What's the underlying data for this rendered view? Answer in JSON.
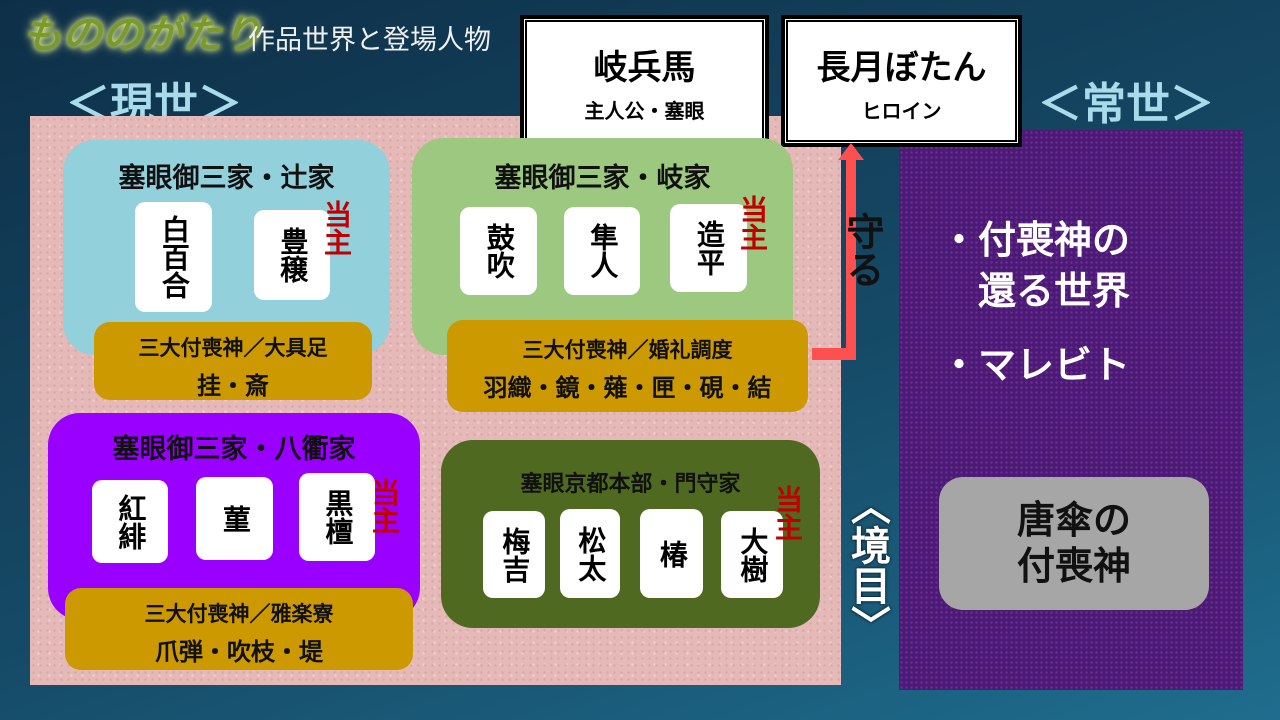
{
  "header": {
    "logo": "もののがたり",
    "subtitle": "作品世界と登場人物"
  },
  "worlds": {
    "gense": "＜現世＞",
    "tokoyo": "＜常世＞",
    "sakaime": "〈境目〉"
  },
  "protagonists": [
    {
      "name": "岐兵馬",
      "role": "主人公・塞眼"
    },
    {
      "name": "長月ぼたん",
      "role": "ヒロイン"
    }
  ],
  "arrow_label": "守る",
  "lead_label": "当主",
  "families": [
    {
      "title": "塞眼御三家・辻家",
      "members": [
        "白百合",
        "豊穣"
      ],
      "tsukumogami_label": "三大付喪神／大具足",
      "tsukumogami": "挂・斎"
    },
    {
      "title": "塞眼御三家・岐家",
      "members": [
        "鼓吹",
        "隼人",
        "造平"
      ],
      "tsukumogami_label": "三大付喪神／婚礼調度",
      "tsukumogami": "羽織・鏡・薙・匣・硯・結"
    },
    {
      "title": "塞眼御三家・八衢家",
      "members": [
        "紅緋",
        "菫",
        "黒檀"
      ],
      "tsukumogami_label": "三大付喪神／雅楽寮",
      "tsukumogami": "爪弾・吹枝・堤"
    },
    {
      "title": "塞眼京都本部・門守家",
      "members": [
        "梅吉",
        "松太",
        "椿",
        "大樹"
      ]
    }
  ],
  "tokoyo_items": [
    "・付喪神の\n　還る世界",
    "・マレビト"
  ],
  "karakasa": "唐傘の\n付喪神",
  "colors": {
    "tsuji": "#92d0dc",
    "gi": "#9dc87f",
    "yatsu": "#9900ff",
    "mon": "#4f6a20",
    "gold": "#cc9900",
    "arrow": "#ff5050"
  }
}
